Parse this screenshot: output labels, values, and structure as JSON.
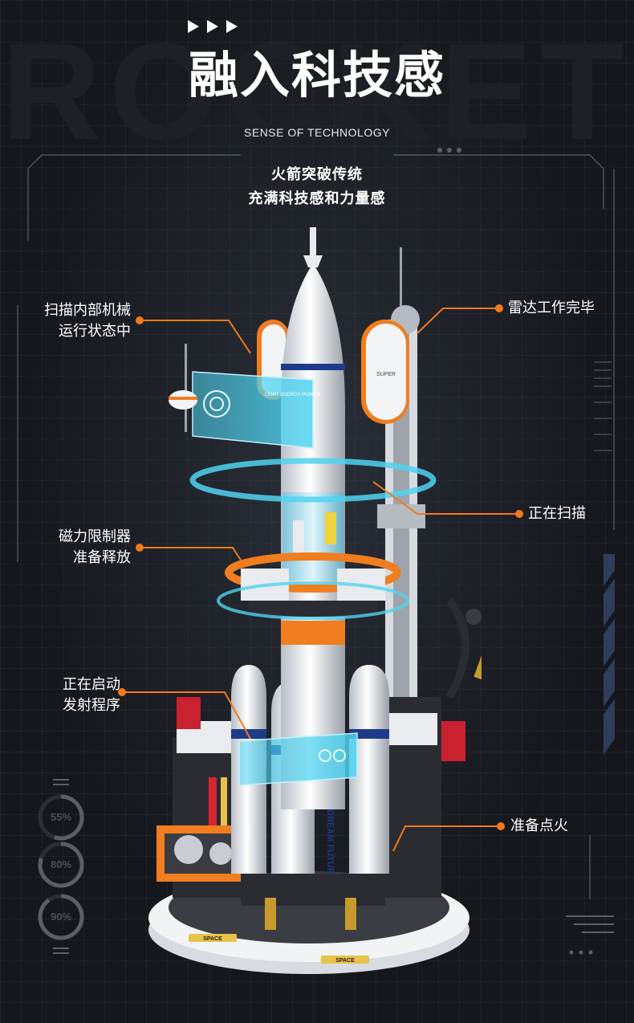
{
  "bg_word": "ROCKET",
  "title": "融入科技感",
  "subtitle": "SENSE OF TECHNOLOGY",
  "tagline": {
    "line1": "火箭突破传统",
    "line2": "充满科技感和力量感"
  },
  "callouts": {
    "scan_internal": {
      "line1": "扫描内部机械",
      "line2": "运行状态中"
    },
    "radar": {
      "text": "雷达工作完毕"
    },
    "scanning": {
      "text": "正在扫描"
    },
    "magnetic": {
      "line1": "磁力限制器",
      "line2": "准备释放"
    },
    "launch": {
      "line1": "正在启动",
      "line2": "发射程序"
    },
    "ignition": {
      "text": "准备点火"
    }
  },
  "gauges": [
    {
      "label": "55%",
      "level": 0.55
    },
    {
      "label": "80%",
      "level": 0.8
    },
    {
      "label": "90%",
      "level": 0.9
    }
  ],
  "rocket_labels": {
    "side_text": "DREAM FUTURE",
    "base_tag": "SPACE",
    "panel_text": "LIGHT ENERGY POWER",
    "tower_text": "SUPER"
  },
  "colors": {
    "accent": "#f27a1a",
    "hologram": "#4fd3f0",
    "background": "#15171c"
  },
  "icons": [
    "play-arrow-icon"
  ]
}
